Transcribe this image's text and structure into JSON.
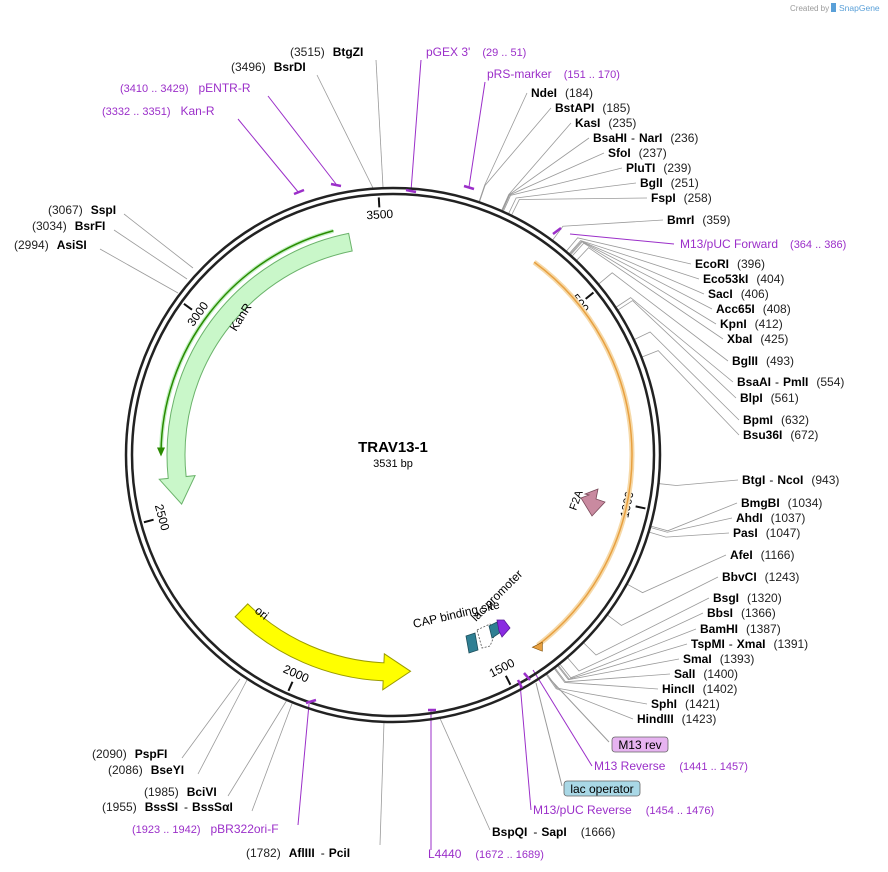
{
  "header": {
    "credit_prefix": "Created by",
    "credit_brand": "SnapGene"
  },
  "plasmid": {
    "name": "TRAV13-1",
    "length_label": "3531 bp",
    "length": 3531
  },
  "ticks": [
    {
      "pos": 500,
      "label": "500"
    },
    {
      "pos": 1000,
      "label": "1000"
    },
    {
      "pos": 1500,
      "label": "1500"
    },
    {
      "pos": 2000,
      "label": "2000"
    },
    {
      "pos": 2500,
      "label": "2500"
    },
    {
      "pos": 3000,
      "label": "3000"
    },
    {
      "pos": 3500,
      "label": "3500"
    }
  ],
  "features": [
    {
      "name": "KanR",
      "kind": "arrow-ccw",
      "start": 2530,
      "end": 3445,
      "color": "#c9f7c9",
      "stroke": "#6bb36b"
    },
    {
      "name": "ori",
      "kind": "arrow-cw",
      "start": 1680,
      "end": 2240,
      "color": "#ffff00",
      "stroke": "#9b9b00"
    },
    {
      "name": "F2A",
      "kind": "small-arrow",
      "color": "#c98aa0"
    },
    {
      "name": "CAP binding site",
      "kind": "box",
      "color": "#2f7f93"
    },
    {
      "name": "lac promoter",
      "kind": "arrow",
      "color": "#ffffff"
    },
    {
      "name": "",
      "kind": "small-arrow",
      "color": "#8a2be2"
    }
  ],
  "orf": {
    "start": 370,
    "end": 1430,
    "color": "#e8a040",
    "inner": "#5a3a00"
  },
  "kan_inner_arc": {
    "start": 2600,
    "end": 3380,
    "color": "#2a8a00"
  },
  "enzymes_right": [
    {
      "name": "NdeI",
      "pos_label": "(184)"
    },
    {
      "name": "BstAPI",
      "pos_label": "(185)"
    },
    {
      "name": "KasI",
      "pos_label": "(235)"
    },
    {
      "name": "BsaHI",
      "sep": "-",
      "name2": "NarI",
      "pos_label": "(236)"
    },
    {
      "name": "SfoI",
      "pos_label": "(237)"
    },
    {
      "name": "PluTI",
      "pos_label": "(239)"
    },
    {
      "name": "BglI",
      "pos_label": "(251)"
    },
    {
      "name": "FspI",
      "pos_label": "(258)"
    },
    {
      "name": "BmrI",
      "pos_label": "(359)"
    },
    {
      "name": "EcoRI",
      "pos_label": "(396)"
    },
    {
      "name": "Eco53kI",
      "pos_label": "(404)"
    },
    {
      "name": "SacI",
      "pos_label": "(406)"
    },
    {
      "name": "Acc65I",
      "pos_label": "(408)"
    },
    {
      "name": "KpnI",
      "pos_label": "(412)"
    },
    {
      "name": "XbaI",
      "pos_label": "(425)"
    },
    {
      "name": "BglII",
      "pos_label": "(493)"
    },
    {
      "name": "BsaAI",
      "sep": "-",
      "name2": "PmlI",
      "pos_label": "(554)"
    },
    {
      "name": "BlpI",
      "pos_label": "(561)"
    },
    {
      "name": "BpmI",
      "pos_label": "(632)"
    },
    {
      "name": "Bsu36I",
      "pos_label": "(672)"
    },
    {
      "name": "BtgI",
      "sep": "-",
      "name2": "NcoI",
      "pos_label": "(943)"
    },
    {
      "name": "BmgBI",
      "pos_label": "(1034)"
    },
    {
      "name": "AhdI",
      "pos_label": "(1037)"
    },
    {
      "name": "PasI",
      "pos_label": "(1047)"
    },
    {
      "name": "AfeI",
      "pos_label": "(1166)"
    },
    {
      "name": "BbvCI",
      "pos_label": "(1243)"
    },
    {
      "name": "BsgI",
      "pos_label": "(1320)"
    },
    {
      "name": "BbsI",
      "pos_label": "(1366)"
    },
    {
      "name": "BamHI",
      "pos_label": "(1387)"
    },
    {
      "name": "TspMI",
      "sep": "-",
      "name2": "XmaI",
      "pos_label": "(1391)"
    },
    {
      "name": "SmaI",
      "pos_label": "(1393)"
    },
    {
      "name": "SalI",
      "pos_label": "(1400)"
    },
    {
      "name": "HincII",
      "pos_label": "(1402)"
    },
    {
      "name": "SphI",
      "pos_label": "(1421)"
    },
    {
      "name": "HindIII",
      "pos_label": "(1423)"
    },
    {
      "name": "BspQI",
      "sep": "-",
      "name2": "SapI",
      "pos_label": "(1666)"
    }
  ],
  "enzymes_left": [
    {
      "name": "BtgZI",
      "pos_label": "(3515)"
    },
    {
      "name": "BsrDI",
      "pos_label": "(3496)"
    },
    {
      "name": "SspI",
      "pos_label": "(3067)"
    },
    {
      "name": "BsrFI",
      "pos_label": "(3034)"
    },
    {
      "name": "AsiSI",
      "pos_label": "(2994)"
    },
    {
      "name": "PspFI",
      "pos_label": "(2090)"
    },
    {
      "name": "BseYI",
      "pos_label": "(2086)"
    },
    {
      "name": "BciVI",
      "pos_label": "(1985)"
    },
    {
      "name": "BssSI",
      "sep": "-",
      "name2": "BssSαI",
      "pos_label": "(1955)"
    },
    {
      "name": "AflIII",
      "sep": "-",
      "name2": "PciI",
      "pos_label": "(1782)"
    }
  ],
  "primers": [
    {
      "name": "pGEX 3'",
      "range": "(29 .. 51)"
    },
    {
      "name": "pRS-marker",
      "range": "(151 .. 170)"
    },
    {
      "name": "pENTR-R",
      "range": "(3410 .. 3429)"
    },
    {
      "name": "Kan-R",
      "range": "(3332 .. 3351)"
    },
    {
      "name": "M13/pUC Forward",
      "range": "(364 .. 386)"
    },
    {
      "name": "M13 Reverse",
      "range": "(1441 .. 1457)"
    },
    {
      "name": "M13/pUC Reverse",
      "range": "(1454 .. 1476)"
    },
    {
      "name": "pBR322ori-F",
      "range": "(1923 .. 1942)"
    },
    {
      "name": "L4440",
      "range": "(1672 .. 1689)"
    }
  ],
  "boxed_labels": [
    {
      "name": "M13 rev",
      "color": "#e6b3f0"
    },
    {
      "name": "lac operator",
      "color": "#a9d8e6"
    }
  ]
}
